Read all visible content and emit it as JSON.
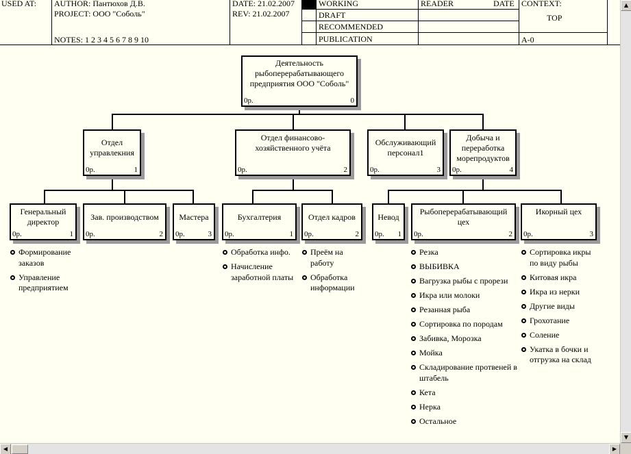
{
  "header": {
    "used_at": "USED AT:",
    "author": "AUTHOR:  Пантюхов Д.В.",
    "project": "PROJECT:  ООО \"Соболь\"",
    "notes": "NOTES:  1  2  3  4  5  6  7  8  9  10",
    "date": "DATE: 21.02.2007",
    "rev": "REV:      21.02.2007",
    "status_working": "WORKING",
    "status_draft": "DRAFT",
    "status_recommended": "RECOMMENDED",
    "status_publication": "PUBLICATION",
    "reader": "READER",
    "reader_date": "DATE",
    "context": "CONTEXT:",
    "context_value": "TOP",
    "node": "A-0"
  },
  "boxes": {
    "root": {
      "title": "Деятельность рыбоперерабатывающего предприятия ООО \"Соболь\"",
      "cost": "0р.",
      "num": "0"
    },
    "b1": {
      "title": "Отдел управлекния",
      "cost": "0р.",
      "num": "1"
    },
    "b2": {
      "title": "Отдел финансово-хозяйственного учёта",
      "cost": "0р.",
      "num": "2"
    },
    "b3": {
      "title": "Обслуживающий персонал1",
      "cost": "0р.",
      "num": "3"
    },
    "b4": {
      "title": "Добыча и переработка морепродуктов",
      "cost": "0р.",
      "num": "4"
    },
    "b11": {
      "title": "Генеральный директор",
      "cost": "0р.",
      "num": "1"
    },
    "b12": {
      "title": "Зав. производством",
      "cost": "0р.",
      "num": "2"
    },
    "b13": {
      "title": "Мастера",
      "cost": "0р.",
      "num": "3"
    },
    "b21": {
      "title": "Бухгалтерия",
      "cost": "0р.",
      "num": "1"
    },
    "b22": {
      "title": "Отдел кадров",
      "cost": "0р.",
      "num": "2"
    },
    "b41": {
      "title": "Невод",
      "cost": "0р.",
      "num": "1"
    },
    "b42": {
      "title": "Рыбоперерабатывающий цех",
      "cost": "0р.",
      "num": "2"
    },
    "b43": {
      "title": "Икорный цех",
      "cost": "0р.",
      "num": "3"
    }
  },
  "lists": {
    "gendir": [
      "Формирование заказов",
      "Управление предприятием"
    ],
    "buh": [
      "Обработка инфо.",
      "Начисление заработной платы"
    ],
    "kadry": [
      "Преём на работу",
      "Обработка информации"
    ],
    "ryba": [
      "Резка",
      "ВЫБИВКА",
      "Вагрузка рыбы с прорези",
      "Икра или молоки",
      "Резанная рыба",
      "Сортировка по породам",
      "Забивка, Морозка",
      "Мойка",
      "Складирование протвеней в штабель",
      "Кета",
      "Нерка",
      "Остальное"
    ],
    "ikra": [
      "Сортировка икры по виду рыбы",
      "Китовая икра",
      "Икра из нерки",
      "Другие виды",
      "Грохотание",
      "Соление",
      "Укатка в бочки и отгрузка на склад"
    ]
  }
}
